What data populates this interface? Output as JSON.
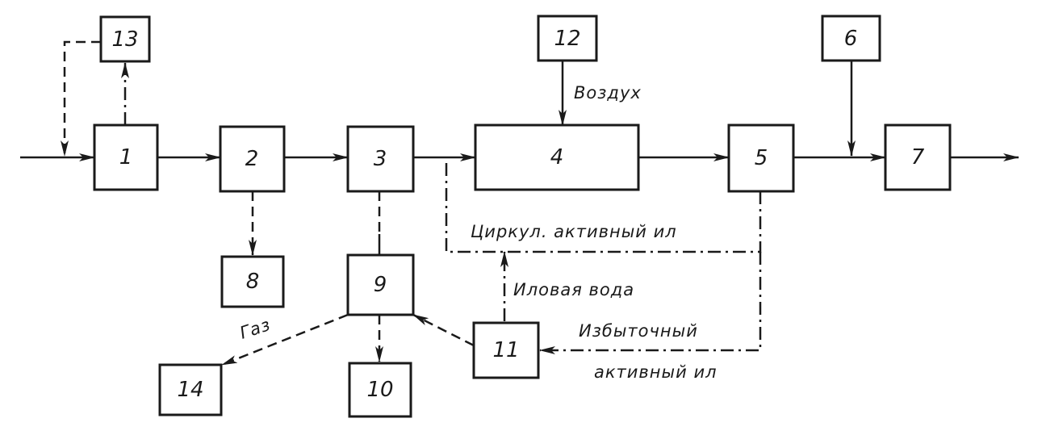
{
  "blocks": {
    "b1": "1",
    "b2": "2",
    "b3": "3",
    "b4": "4",
    "b5": "5",
    "b6": "6",
    "b7": "7",
    "b8": "8",
    "b9": "9",
    "b10": "10",
    "b11": "11",
    "b12": "12",
    "b13": "13",
    "b14": "14"
  },
  "labels": {
    "air": "Воздух",
    "circ_sludge": "Циркул. активный ил",
    "sludge_water": "Иловая вода",
    "excess_sludge_1": "Избыточный",
    "excess_sludge_2": "активный ил",
    "gas": "Газ"
  }
}
